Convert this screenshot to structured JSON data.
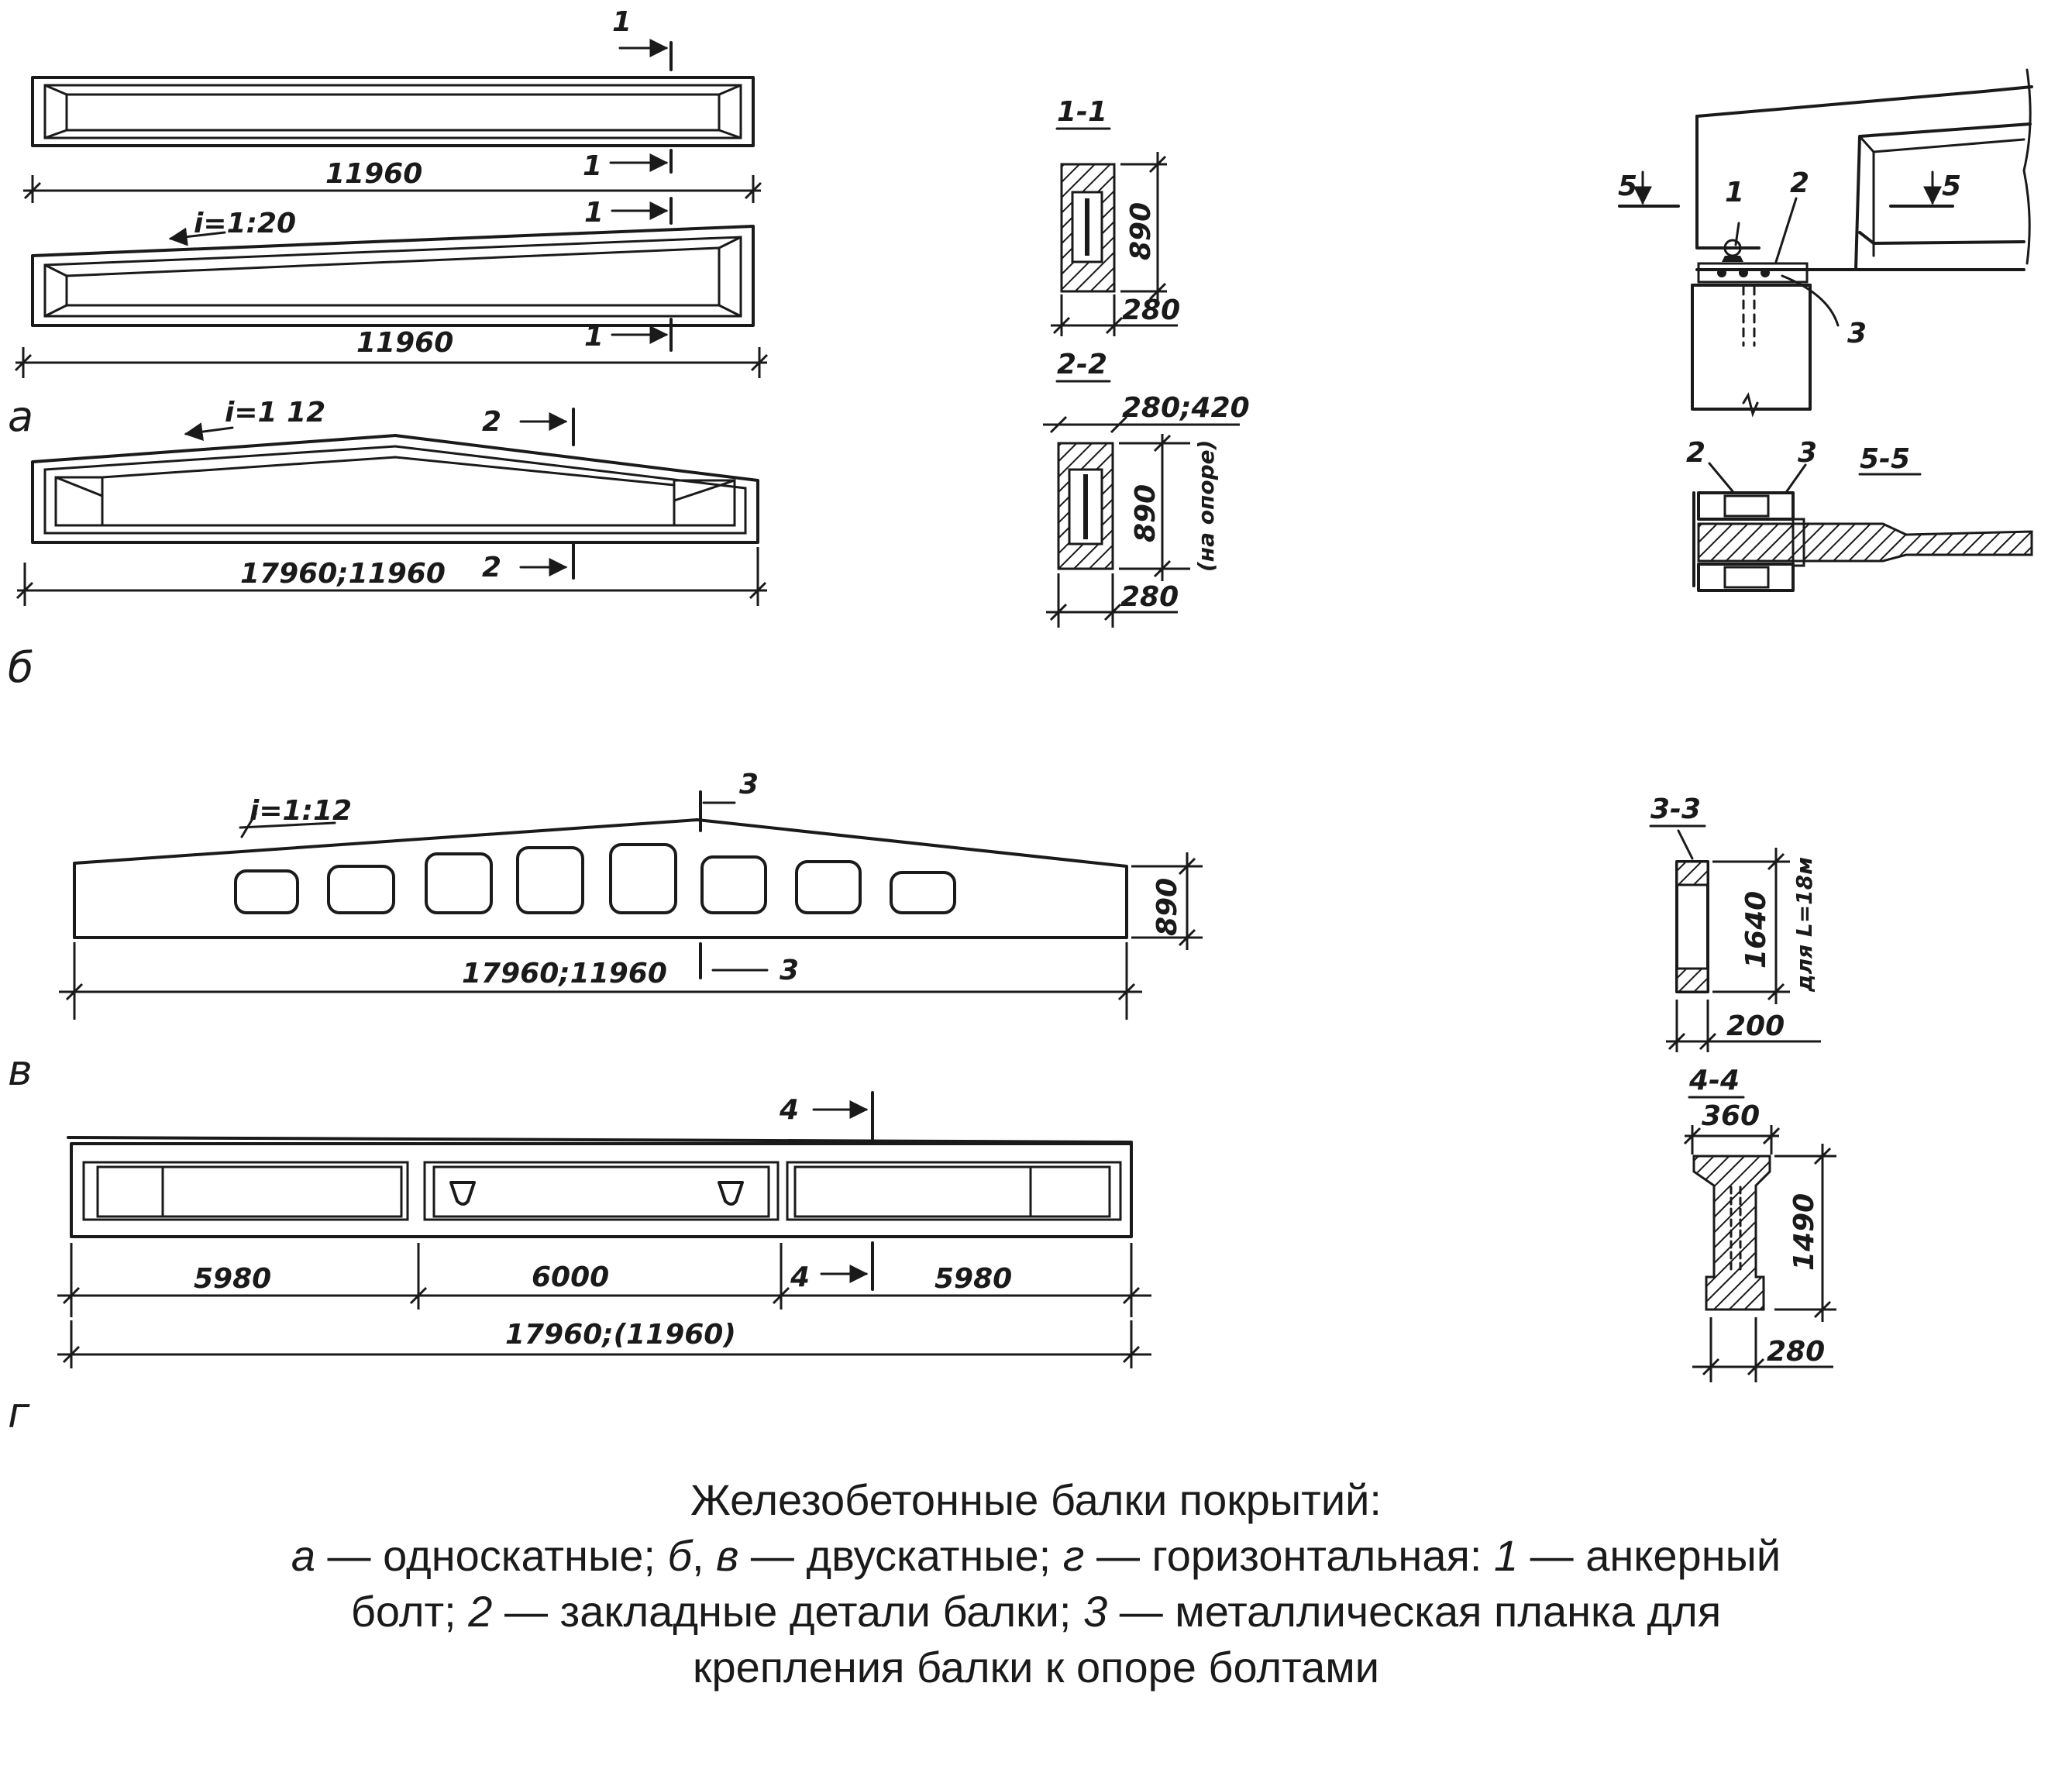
{
  "figure": {
    "letters": {
      "a": "а",
      "b": "б",
      "v": "в",
      "g": "г"
    },
    "beam_a1": {
      "length": "11960",
      "section_top": "1",
      "section_bottom": "1"
    },
    "beam_a2": {
      "slope": "i=1:20",
      "length": "11960",
      "section_top": "1",
      "section_bottom": "1"
    },
    "beam_b": {
      "slope": "i=1 12",
      "length": "17960;11960",
      "section_top": "2",
      "section_bottom": "2"
    },
    "beam_v": {
      "slope": "i=1:12",
      "length": "17960;11960",
      "height": "890",
      "section_top": "3",
      "section_bottom": "3"
    },
    "beam_g": {
      "span_left": "5980",
      "span_mid": "6000",
      "span_right": "5980",
      "length": "17960;(11960)",
      "section_top": "4",
      "section_bottom": "4"
    },
    "section_11": {
      "title": "1-1",
      "height": "890",
      "width": "280"
    },
    "section_22": {
      "title": "2-2",
      "top_width": "280;420",
      "height": "890",
      "height_note": "(на опоре)",
      "width": "280"
    },
    "section_33": {
      "title": "3-3",
      "height": "1640",
      "height_note": "для L=18м",
      "width": "200"
    },
    "section_44": {
      "title": "4-4",
      "top_width": "360",
      "height": "1490",
      "width": "280"
    },
    "node": {
      "mark_1": "1",
      "mark_2": "2",
      "mark_3": "3",
      "cut_left": "5",
      "cut_right": "5"
    },
    "section_55": {
      "title": "5-5",
      "mark_2": "2",
      "mark_3": "3"
    }
  },
  "caption": {
    "title": "Железобетонные балки покрытий:",
    "a_letter": "а",
    "a_text": " — односкатные; ",
    "b_letter": "б",
    "comma": ", ",
    "v_letter": "в",
    "bv_text": " — двускатные; ",
    "g_letter": "г",
    "g_text": " — горизонтальная: ",
    "n1": "1",
    "n1_text_a": " — анкерный",
    "n1_text_b": "болт; ",
    "n2": "2",
    "n2_text": " — закладные детали балки; ",
    "n3": "3",
    "n3_text_a": " — металлическая планка для",
    "n3_text_b": "крепления балки к опоре болтами"
  }
}
